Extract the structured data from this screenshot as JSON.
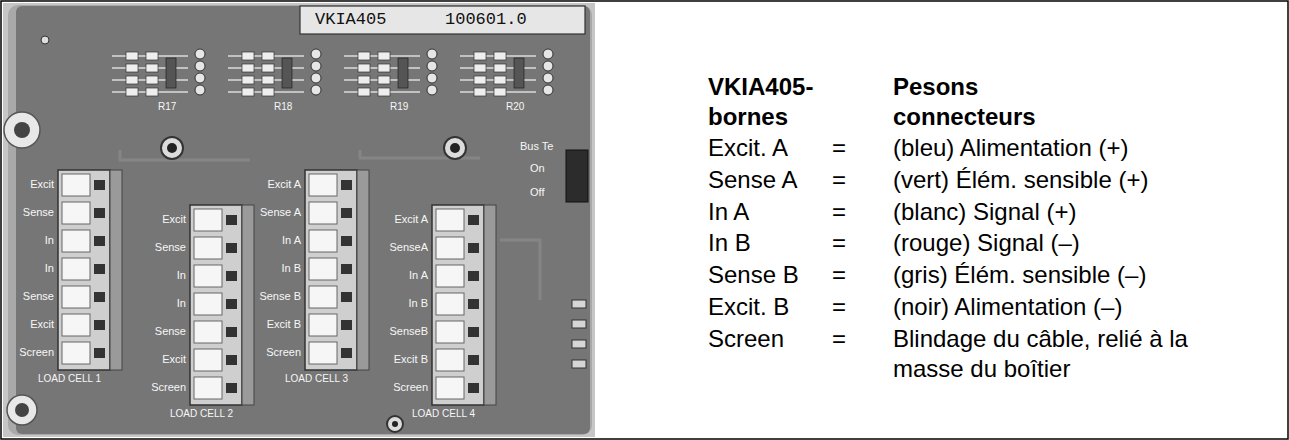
{
  "diagram": {
    "labels": [
      "VKIA405",
      "100601.0",
      "R17",
      "R18",
      "R19",
      "R20",
      "Bus Te",
      "On",
      "Off",
      "Excit",
      "Sense",
      "In",
      "In",
      "Sense",
      "Excit",
      "Screen",
      "LOAD CELL 1",
      "Excit",
      "Sense",
      "In",
      "In",
      "Sense",
      "Excit",
      "Screen",
      "LOAD CELL 2",
      "Excit A",
      "Sense A",
      "In A",
      "In B",
      "Sense B",
      "Excit B",
      "Screen",
      "LOAD CELL 3",
      "Excit A",
      "SenseA",
      "In A",
      "In B",
      "SenseB",
      "Excit B",
      "Screen",
      "LOAD CELL 4",
      "VKIA405- bornes",
      "Pesons connecteurs",
      "Excit. A",
      "=",
      "(bleu) Alimentation (+)",
      "Sense A",
      "=",
      "(vert) Élém. sensible (+)",
      "In A",
      "=",
      "(blanc) Signal (+)",
      "In B",
      "=",
      "(rouge) Signal (–)",
      "Sense B",
      "=",
      "(gris) Élém. sensible (–)",
      "Excit. B",
      "=",
      "(noir) Alimentation (–)",
      "Screen",
      "=",
      "Blindage du câble, relié à la masse du boîtier"
    ]
  }
}
